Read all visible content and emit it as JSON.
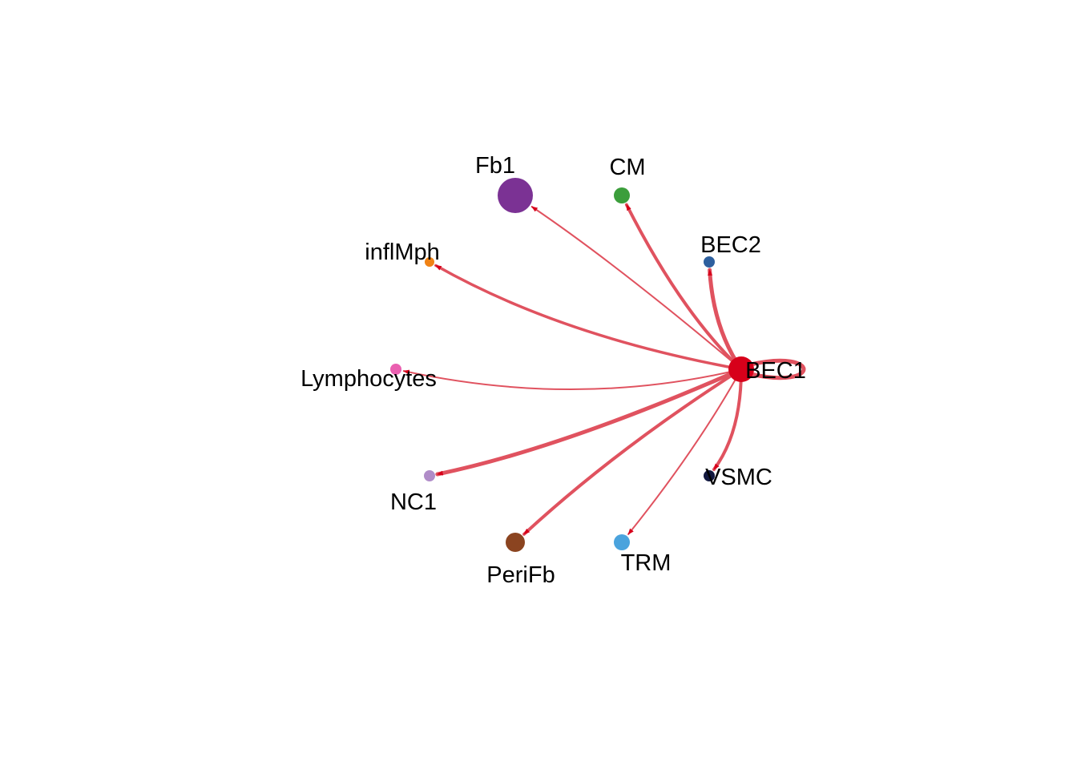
{
  "edge_color": "#e0525f",
  "arrow_color": "#d7001a",
  "source": "BEC1",
  "nodes": [
    {
      "id": "BEC1",
      "label": "BEC1",
      "color": "#d7001a"
    },
    {
      "id": "Fb1",
      "label": "Fb1",
      "color": "#7b3294"
    },
    {
      "id": "CM",
      "label": "CM",
      "color": "#3b9e3b"
    },
    {
      "id": "BEC2",
      "label": "BEC2",
      "color": "#2d5f9e"
    },
    {
      "id": "inflMph",
      "label": "inflMph",
      "color": "#f08214"
    },
    {
      "id": "Lymphocytes",
      "label": "Lymphocytes",
      "color": "#ea5fb0"
    },
    {
      "id": "NC1",
      "label": "NC1",
      "color": "#b08cc8"
    },
    {
      "id": "PeriFb",
      "label": "PeriFb",
      "color": "#8b4420"
    },
    {
      "id": "TRM",
      "label": "TRM",
      "color": "#4aa3dd"
    },
    {
      "id": "VSMC",
      "label": "VSMC",
      "color": "#12183f"
    }
  ],
  "edges": [
    {
      "from": "BEC1",
      "to": "Fb1"
    },
    {
      "from": "BEC1",
      "to": "CM"
    },
    {
      "from": "BEC1",
      "to": "BEC2"
    },
    {
      "from": "BEC1",
      "to": "inflMph"
    },
    {
      "from": "BEC1",
      "to": "Lymphocytes"
    },
    {
      "from": "BEC1",
      "to": "NC1"
    },
    {
      "from": "BEC1",
      "to": "PeriFb"
    },
    {
      "from": "BEC1",
      "to": "TRM"
    },
    {
      "from": "BEC1",
      "to": "VSMC"
    },
    {
      "from": "BEC1",
      "to": "BEC1"
    }
  ]
}
